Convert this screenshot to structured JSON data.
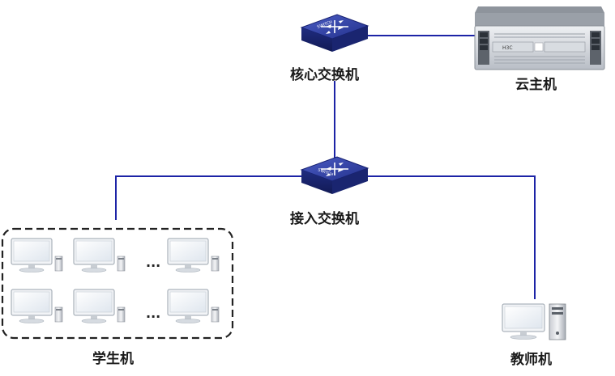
{
  "nodes": {
    "core_switch": {
      "label": "核心交换机",
      "badge": "SWITCH"
    },
    "cloud_host": {
      "label": "云主机",
      "brand": "H3C"
    },
    "access_switch": {
      "label": "接入交换机",
      "badge": "SWITCH"
    },
    "student_group": {
      "label": "学生机",
      "ellipsis": "..."
    },
    "teacher": {
      "label": "教师机"
    }
  },
  "colors": {
    "link": "#1c23a6",
    "switch_top": "#2a3a9a",
    "switch_side": "#1a2673",
    "group_border": "#222222"
  }
}
